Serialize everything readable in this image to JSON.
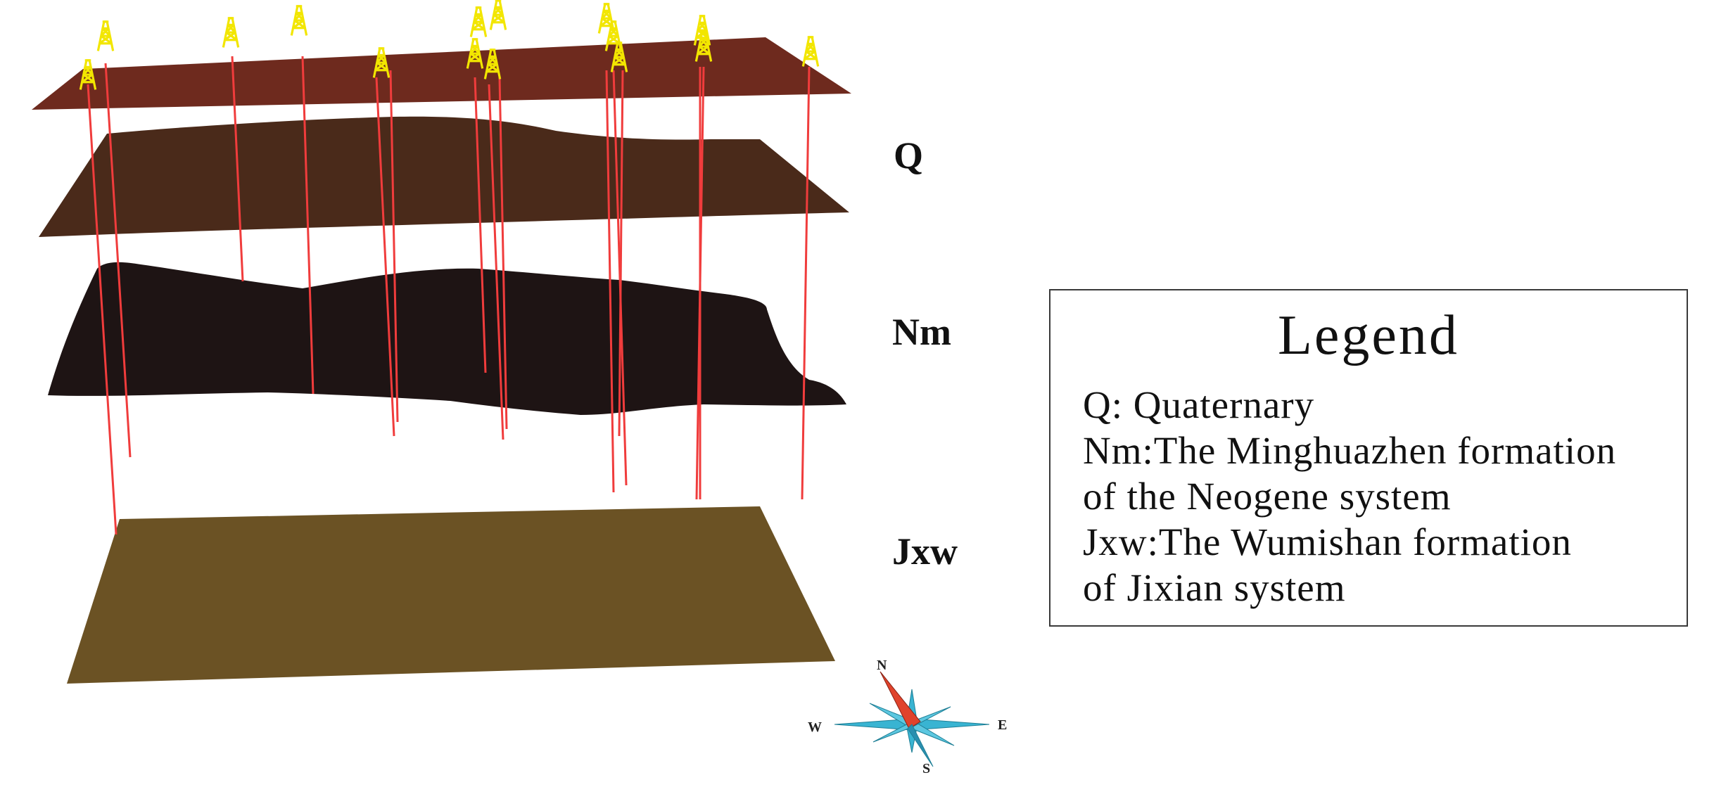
{
  "layers": [
    {
      "id": "Q",
      "label": "Q"
    },
    {
      "id": "Nm",
      "label": "Nm"
    },
    {
      "id": "Jxw",
      "label": "Jxw"
    }
  ],
  "legend": {
    "title": "Legend",
    "lines": [
      "Q: Quaternary",
      "Nm:The Minghuazhen formation",
      "of the Neogene system",
      "Jxw:The Wumishan formation",
      "of Jixian system"
    ]
  },
  "compass": {
    "north": "N",
    "south": "S",
    "east": "E",
    "west": "W"
  },
  "colors": {
    "surface_top": "#6e2a1e",
    "surface_q": "#4a2a1a",
    "surface_nm": "#1e1414",
    "surface_jxw": "#6b5224",
    "well_line": "#f03c3c",
    "derrick": "#f2e600",
    "compass_blue": "#39b4d2",
    "compass_red": "#e0432c"
  }
}
